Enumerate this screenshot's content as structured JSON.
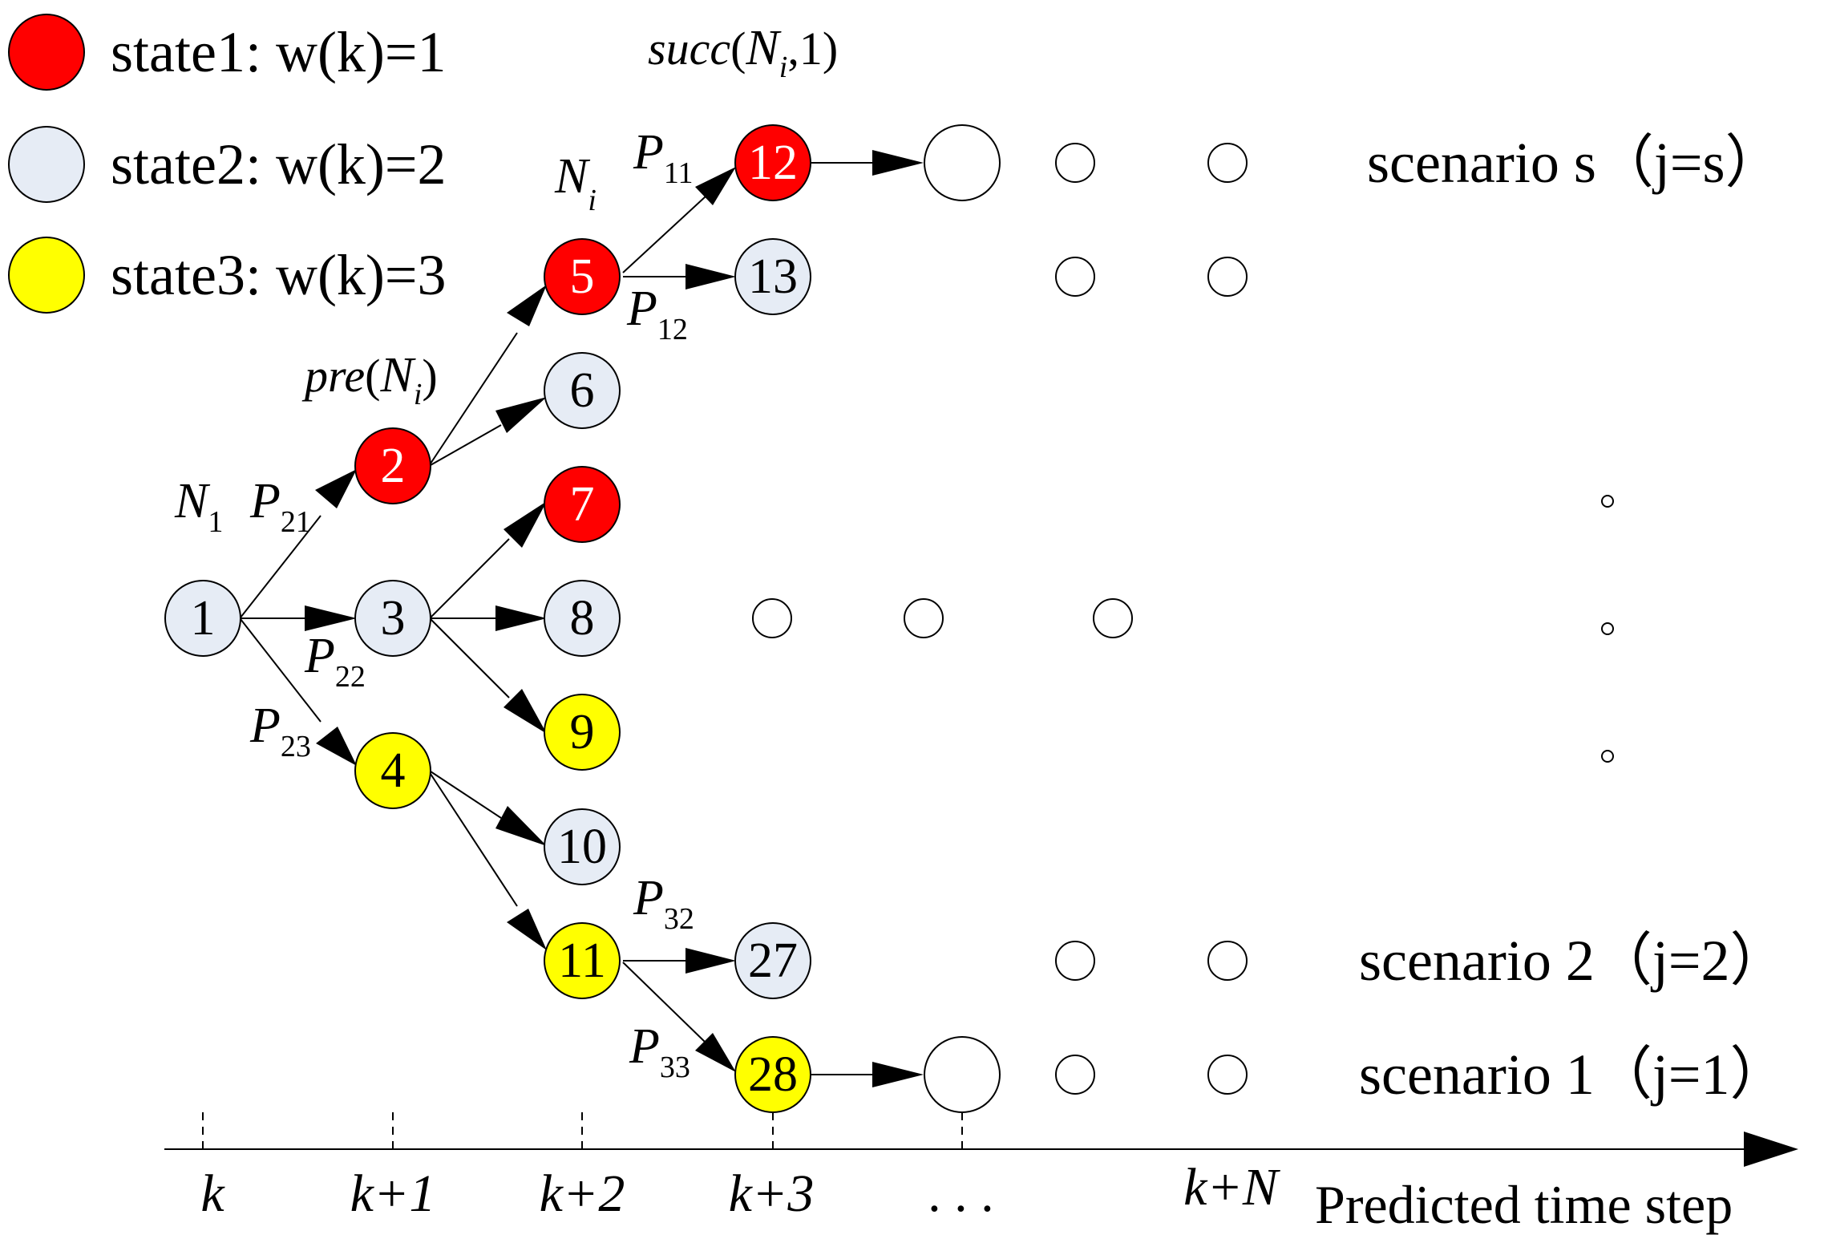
{
  "legend": [
    {
      "label": "state1: w(k)=1",
      "color": "#ff0000"
    },
    {
      "label": "state2: w(k)=2",
      "color": "#e6ecf5"
    },
    {
      "label": "state3: w(k)=3",
      "color": "#ffff00"
    }
  ],
  "colors": {
    "state1": "#ff0000",
    "state2": "#e6ecf5",
    "state3": "#ffff00",
    "empty": "#ffffff",
    "line": "#000000"
  },
  "nodes": [
    {
      "id": "1",
      "state": 2
    },
    {
      "id": "2",
      "state": 1
    },
    {
      "id": "3",
      "state": 2
    },
    {
      "id": "4",
      "state": 3
    },
    {
      "id": "5",
      "state": 1
    },
    {
      "id": "6",
      "state": 2
    },
    {
      "id": "7",
      "state": 1
    },
    {
      "id": "8",
      "state": 2
    },
    {
      "id": "9",
      "state": 3
    },
    {
      "id": "10",
      "state": 2
    },
    {
      "id": "11",
      "state": 3
    },
    {
      "id": "12",
      "state": 1
    },
    {
      "id": "13",
      "state": 2
    },
    {
      "id": "27",
      "state": 2
    },
    {
      "id": "28",
      "state": 3
    }
  ],
  "edges": [
    [
      "1",
      "2"
    ],
    [
      "1",
      "3"
    ],
    [
      "1",
      "4"
    ],
    [
      "2",
      "5"
    ],
    [
      "2",
      "6"
    ],
    [
      "3",
      "7"
    ],
    [
      "3",
      "8"
    ],
    [
      "3",
      "9"
    ],
    [
      "4",
      "10"
    ],
    [
      "4",
      "11"
    ],
    [
      "5",
      "12"
    ],
    [
      "5",
      "13"
    ],
    [
      "11",
      "27"
    ],
    [
      "11",
      "28"
    ]
  ],
  "edge_labels": [
    {
      "main": "P",
      "sub": "21"
    },
    {
      "main": "P",
      "sub": "22"
    },
    {
      "main": "P",
      "sub": "23"
    },
    {
      "main": "P",
      "sub": "11"
    },
    {
      "main": "P",
      "sub": "12"
    },
    {
      "main": "P",
      "sub": "32"
    },
    {
      "main": "P",
      "sub": "33"
    }
  ],
  "annotations": {
    "n1": {
      "main": "N",
      "sub": "1"
    },
    "ni": {
      "main": "N",
      "sub": "i"
    },
    "pre": {
      "fn": "pre",
      "main": "N",
      "sub": "i"
    },
    "succ": {
      "fn": "succ",
      "main": "N",
      "sub": "i",
      "arg": ",1"
    }
  },
  "scenarios": [
    "scenario s（j=s）",
    "scenario 2（j=2）",
    "scenario 1（j=1）"
  ],
  "axis": {
    "ticks": [
      "k",
      "k+1",
      "k+2",
      "k+3",
      ". . .",
      "k+N"
    ],
    "label": "Predicted time step"
  }
}
